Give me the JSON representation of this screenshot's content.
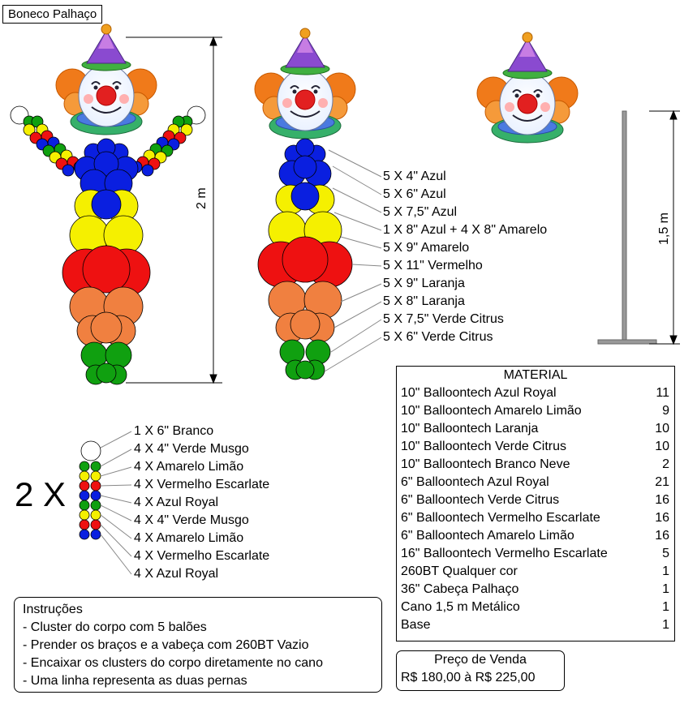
{
  "title": "Boneco Palhaço",
  "dim_left": "2 m",
  "dim_right": "1,5 m",
  "body_labels": [
    "5 X 4\" Azul",
    "5 X 6\" Azul",
    "5 X 7,5\" Azul",
    "1 X 8\" Azul + 4 X 8\" Amarelo",
    "5 X 9\" Amarelo",
    "5 X 11\" Vermelho",
    "5 X 9\" Laranja",
    "5 X 8\" Laranja",
    "5 X 7,5\" Verde Citrus",
    "5 X 6\" Verde Citrus"
  ],
  "arm_prefix": "2 X",
  "arm_labels": [
    "1 X 6\" Branco",
    "4 X 4\" Verde Musgo",
    "4 X Amarelo Limão",
    "4 X Vermelho Escarlate",
    "4 X Azul Royal",
    "4 X 4\" Verde Musgo",
    "4 X Amarelo Limão",
    "4 X Vermelho Escarlate",
    "4 X Azul Royal"
  ],
  "material": {
    "header": "MATERIAL",
    "rows": [
      {
        "item": "10\" Balloontech Azul Royal",
        "qty": "11"
      },
      {
        "item": "10\" Balloontech Amarelo Limão",
        "qty": "9"
      },
      {
        "item": "10\" Balloontech Laranja",
        "qty": "10"
      },
      {
        "item": "10\" Balloontech Verde Citrus",
        "qty": "10"
      },
      {
        "item": "10\" Balloontech Branco Neve",
        "qty": "2"
      },
      {
        "item": "6\" Balloontech Azul Royal",
        "qty": "21"
      },
      {
        "item": "6\" Balloontech Verde Citrus",
        "qty": "16"
      },
      {
        "item": "6\" Balloontech Vermelho Escarlate",
        "qty": "16"
      },
      {
        "item": "6\" Balloontech Amarelo Limão",
        "qty": "16"
      },
      {
        "item": "16\" Balloontech Vermelho Escarlate",
        "qty": "5"
      },
      {
        "item": "260BT Qualquer cor",
        "qty": "1"
      },
      {
        "item": "36\" Cabeça Palhaço",
        "qty": "1"
      },
      {
        "item": "Cano 1,5 m Metálico",
        "qty": "1"
      },
      {
        "item": "Base",
        "qty": "1"
      }
    ]
  },
  "instructions": {
    "title": "Instruções",
    "lines": [
      "- Cluster do corpo com 5 balões",
      "- Prender os braços e a vabeça com 260BT Vazio",
      "- Encaixar os clusters do corpo diretamente no cano",
      "- Uma linha representa as duas pernas"
    ]
  },
  "price": {
    "label": "Preço de Venda",
    "value": "R$ 180,00 à R$ 225,00"
  },
  "colors": {
    "blue": "#0a1fe0",
    "yellow": "#f5f000",
    "red": "#ee1111",
    "orange": "#f08040",
    "green": "#10a010",
    "white": "#ffffff",
    "pole": "#999999"
  }
}
